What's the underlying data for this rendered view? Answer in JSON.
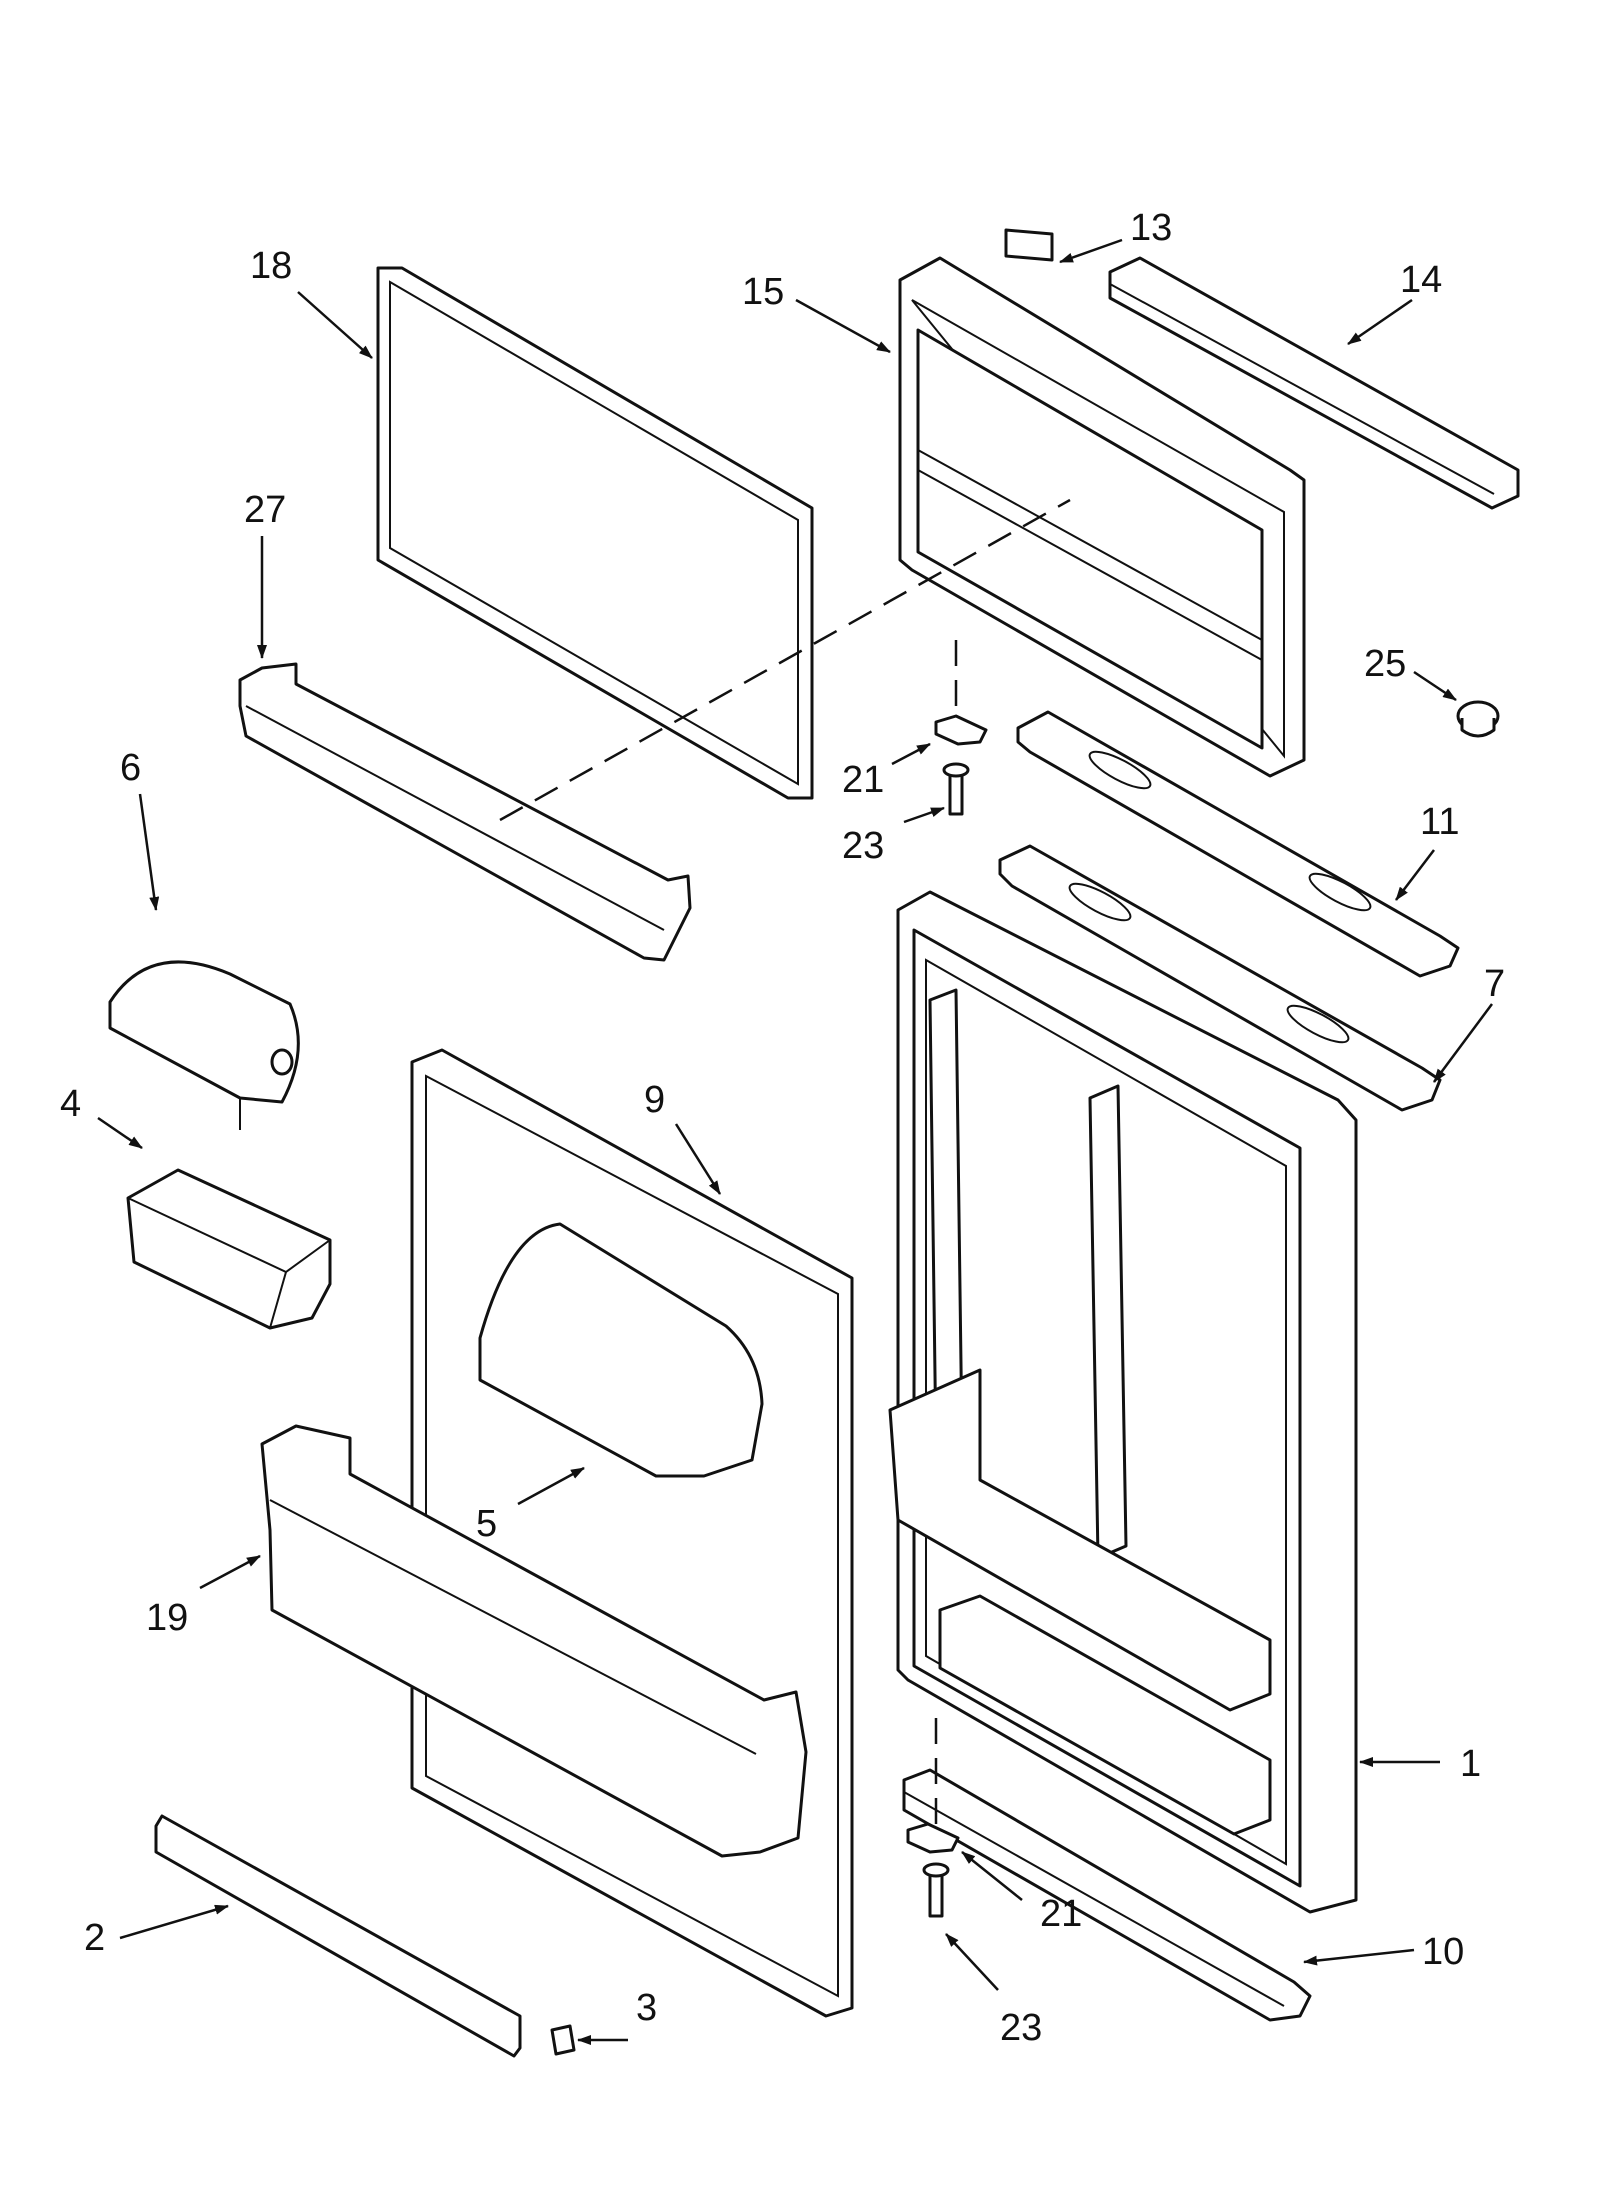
{
  "callouts": [
    "1",
    "2",
    "3",
    "4",
    "5",
    "6",
    "7",
    "9",
    "10",
    "11",
    "13",
    "14",
    "15",
    "18",
    "19",
    "21",
    "23",
    "25",
    "27"
  ],
  "callouts_repeat": [
    "21",
    "23"
  ]
}
